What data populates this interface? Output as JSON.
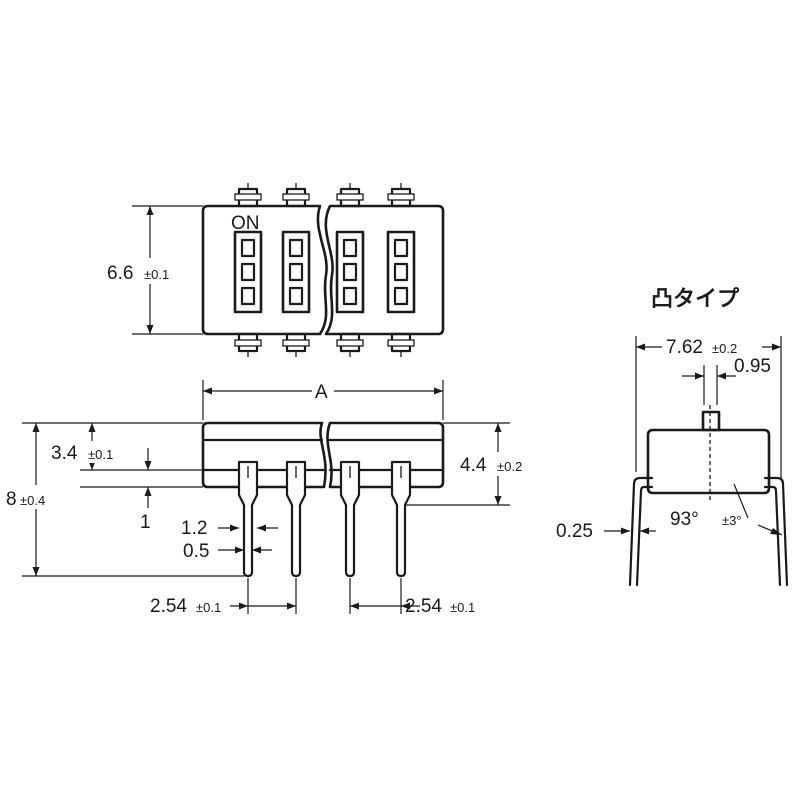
{
  "top_view": {
    "on_label": "ON",
    "height_dim": {
      "value": "6.6",
      "tol": "±0.1"
    }
  },
  "side_view": {
    "length_label": "A",
    "total_height": {
      "value": "8",
      "tol": "±0.4"
    },
    "body_height": {
      "value": "3.4",
      "tol": "±0.1"
    },
    "standoff": {
      "value": "1"
    },
    "pin_width": {
      "value": "1.2"
    },
    "pin_thickness": {
      "value": "0.5"
    },
    "body_height_right": {
      "value": "4.4",
      "tol": "±0.2"
    },
    "pitch_left": {
      "value": "2.54",
      "tol": "±0.1"
    },
    "pitch_right": {
      "value": "2.54",
      "tol": "±0.1"
    }
  },
  "end_view": {
    "title": "凸タイプ",
    "row_spacing": {
      "value": "7.62",
      "tol": "±0.2"
    },
    "actuator_width": {
      "value": "0.95"
    },
    "lead_thickness": {
      "value": "0.25"
    },
    "lead_angle": {
      "value": "93°",
      "tol": "±3°"
    }
  }
}
